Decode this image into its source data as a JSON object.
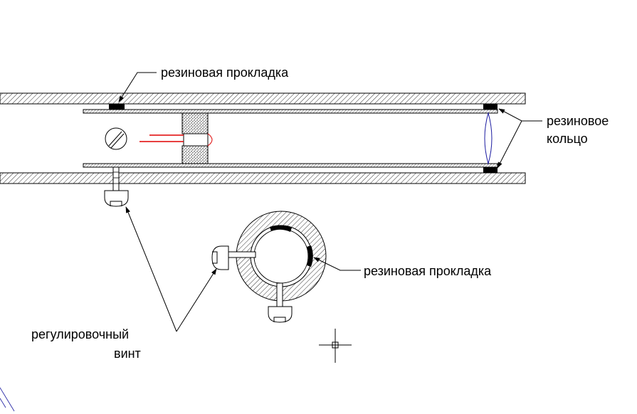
{
  "labels": {
    "gasket_top": "резиновая прокладка",
    "ring_line1": "резиновое",
    "ring_line2": "кольцо",
    "gasket_ring": "резиновая прокладка",
    "screw_line1": "регулировочный",
    "screw_line2": "винт"
  },
  "colors": {
    "line": "#000000",
    "hatch": "#444444",
    "laser": "#e00000",
    "lens": "#1a1aa0",
    "background": "#ffffff"
  }
}
